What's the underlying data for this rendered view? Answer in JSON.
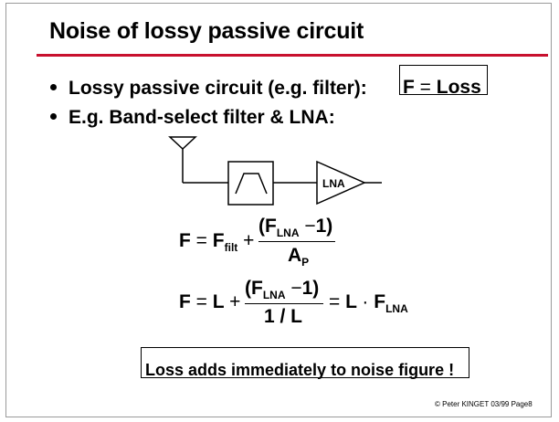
{
  "title": "Noise of lossy passive circuit",
  "bullets": [
    {
      "text": "Lossy passive circuit (e.g. filter):"
    },
    {
      "text": "E.g. Band-select filter & LNA:"
    }
  ],
  "loss_equation": {
    "lhs": "F",
    "op": "=",
    "rhs": "Loss"
  },
  "diagram": {
    "lna_label": "LNA"
  },
  "equation1": {
    "F": "F",
    "eq": "=",
    "Ffilt": "F",
    "filt_sub": "filt",
    "plus": "+",
    "num_open": "(F",
    "num_sub": "LNA",
    "num_minus": "−",
    "num_one": "1)",
    "den": "A",
    "den_sub": "P"
  },
  "equation2": {
    "F": "F",
    "eq": "=",
    "L": "L",
    "plus": "+",
    "num_open": "(F",
    "num_sub": "LNA",
    "num_minus": "−",
    "num_one": "1)",
    "den": "1 / L",
    "eq2": "=",
    "rhs_L": "L",
    "dot": "·",
    "rhs_F": "F",
    "rhs_sub": "LNA"
  },
  "note": "Loss adds immediately to noise figure !",
  "footer": "© Peter KINGET  03/99 Page8",
  "colors": {
    "accent_rule": "#c8102e",
    "frame": "#9a9a9a"
  }
}
